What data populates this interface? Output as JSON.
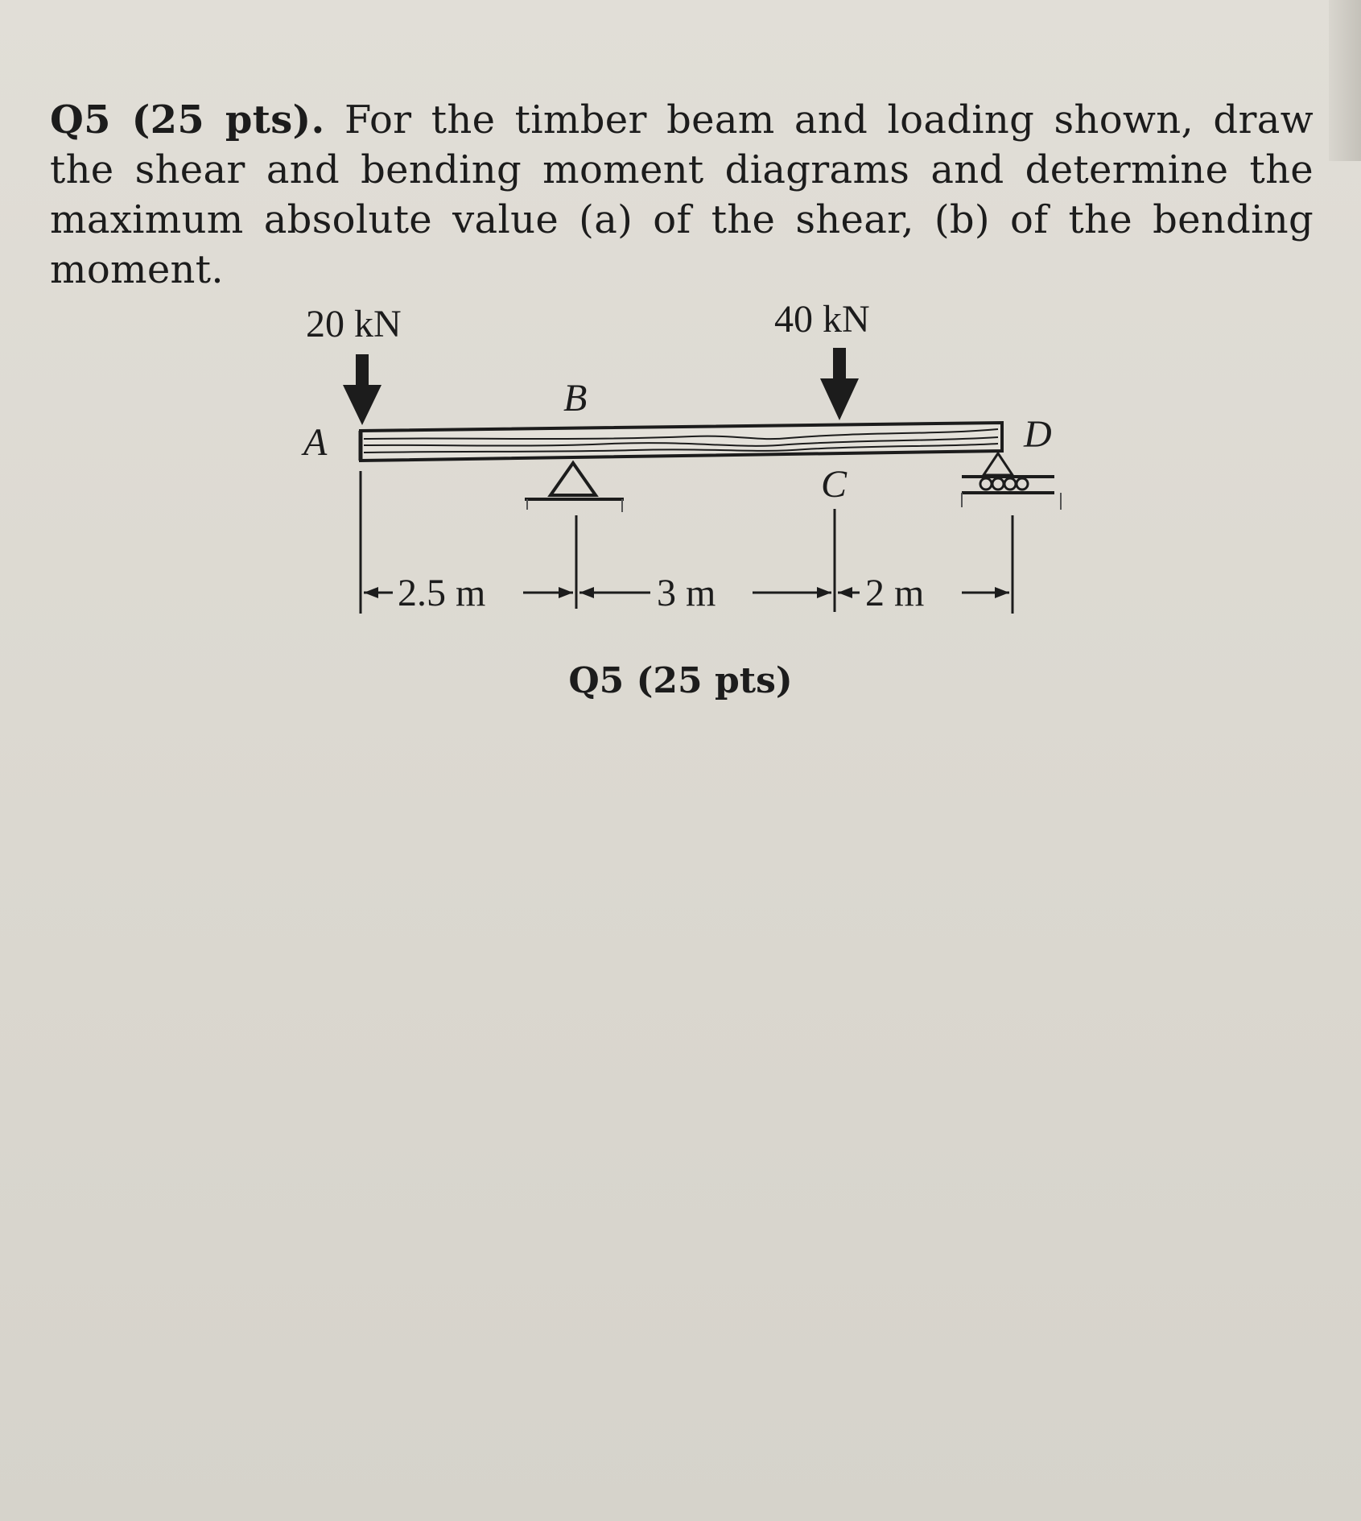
{
  "question": {
    "number": "Q5 (25 pts).",
    "text": "For the timber beam and loading shown, draw the shear and bending moment diagrams and determine the maximum absolute value (a) of the shear, (b) of the bending moment."
  },
  "figure": {
    "loads": [
      {
        "label": "20 kN",
        "point": "A"
      },
      {
        "label": "40 kN",
        "point": "C"
      }
    ],
    "points": {
      "A": "A",
      "B": "B",
      "C": "C",
      "D": "D"
    },
    "dimensions": [
      {
        "label": "2.5 m"
      },
      {
        "label": "3 m"
      },
      {
        "label": "2 m"
      }
    ],
    "caption": "Q5 (25 pts)"
  }
}
